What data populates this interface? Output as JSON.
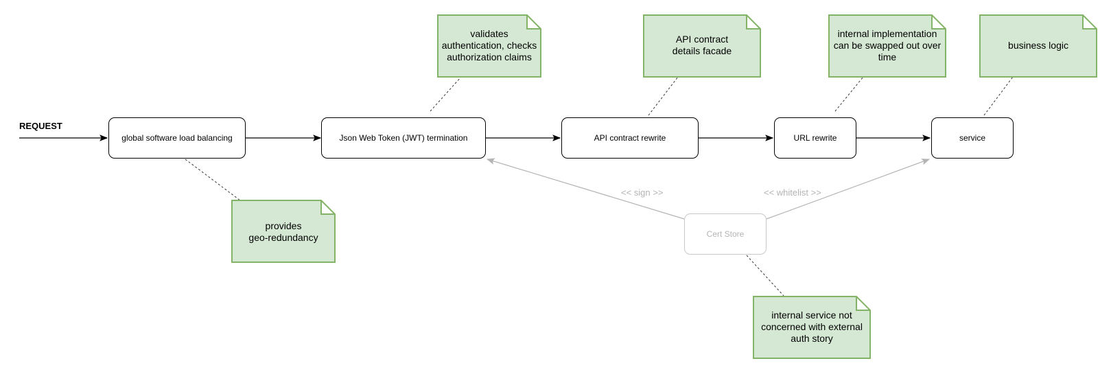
{
  "request_label": "REQUEST",
  "steps": [
    {
      "id": "lb",
      "label": "global software load balancing"
    },
    {
      "id": "jwt",
      "label": "Json Web Token  (JWT) termination"
    },
    {
      "id": "api",
      "label": "API contract rewrite"
    },
    {
      "id": "url",
      "label": "URL rewrite"
    },
    {
      "id": "svc",
      "label": "service"
    }
  ],
  "cert_store": {
    "label": "Cert Store"
  },
  "edge_labels": {
    "sign": "<< sign >>",
    "whitelist": "<< whitelist >>"
  },
  "notes": {
    "lb": [
      "provides",
      "geo-redundancy"
    ],
    "jwt": [
      "validates",
      "authentication, checks",
      "authorization claims"
    ],
    "api": [
      "API contract",
      "details facade"
    ],
    "url": [
      "internal implementation",
      "can be swapped out over",
      "time"
    ],
    "svc": [
      "business logic"
    ],
    "cert": [
      "internal service not",
      "concerned with external",
      "auth story"
    ]
  },
  "colors": {
    "note_fill": "#d5e8d4",
    "note_stroke": "#82b366",
    "muted": "#b4b4b4"
  }
}
